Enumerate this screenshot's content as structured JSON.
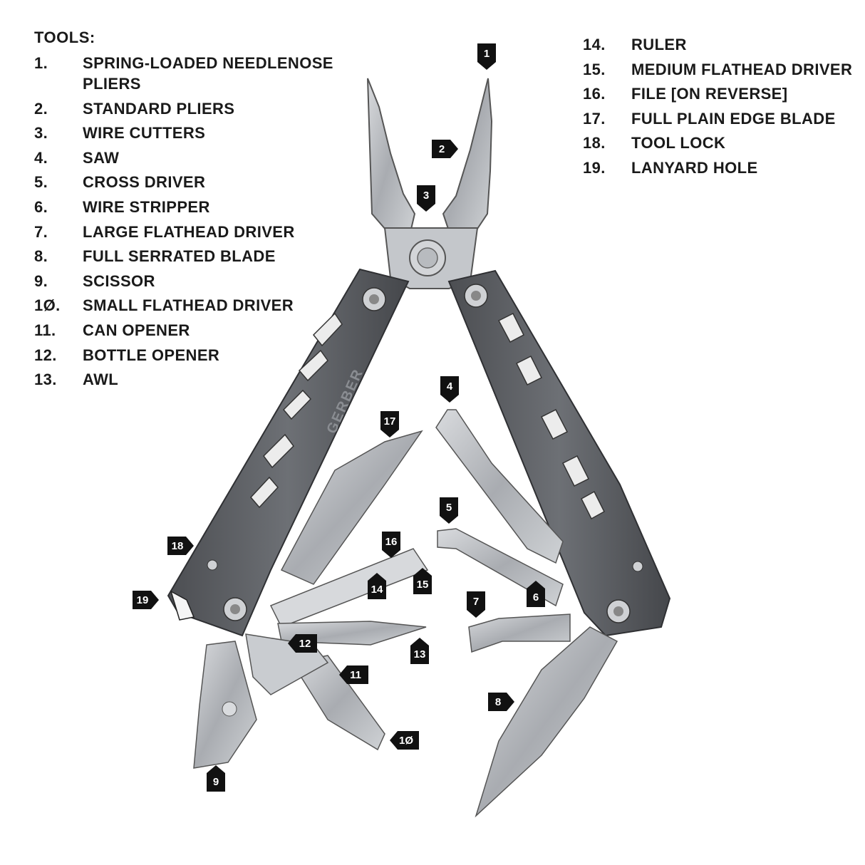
{
  "legend": {
    "heading": "TOOLS:",
    "left_items": [
      {
        "num": "1.",
        "name": "SPRING-LOADED NEEDLENOSE PLIERS"
      },
      {
        "num": "2.",
        "name": "STANDARD PLIERS"
      },
      {
        "num": "3.",
        "name": "WIRE CUTTERS"
      },
      {
        "num": "4.",
        "name": "SAW"
      },
      {
        "num": "5.",
        "name": "CROSS DRIVER"
      },
      {
        "num": "6.",
        "name": "WIRE STRIPPER"
      },
      {
        "num": "7.",
        "name": "LARGE FLATHEAD DRIVER"
      },
      {
        "num": "8.",
        "name": "FULL SERRATED BLADE"
      },
      {
        "num": "9.",
        "name": "SCISSOR"
      },
      {
        "num": "1Ø.",
        "name": "SMALL FLATHEAD DRIVER"
      },
      {
        "num": "11.",
        "name": "CAN OPENER"
      },
      {
        "num": "12.",
        "name": "BOTTLE OPENER"
      },
      {
        "num": "13.",
        "name": "AWL"
      }
    ],
    "right_items": [
      {
        "num": "14.",
        "name": "RULER"
      },
      {
        "num": "15.",
        "name": "MEDIUM FLATHEAD DRIVER"
      },
      {
        "num": "16.",
        "name": "FILE [ON REVERSE]"
      },
      {
        "num": "17.",
        "name": "FULL PLAIN EDGE BLADE"
      },
      {
        "num": "18.",
        "name": "TOOL LOCK"
      },
      {
        "num": "19.",
        "name": "LANYARD HOLE"
      }
    ]
  },
  "markers": {
    "m1": "1",
    "m2": "2",
    "m3": "3",
    "m4": "4",
    "m5": "5",
    "m6": "6",
    "m7": "7",
    "m8": "8",
    "m9": "9",
    "m10": "1Ø",
    "m11": "11",
    "m12": "12",
    "m13": "13",
    "m14": "14",
    "m15": "15",
    "m16": "16",
    "m17": "17",
    "m18": "18",
    "m19": "19"
  },
  "handle_brand": "GERBER",
  "colors": {
    "text": "#1a1a1a",
    "marker": "#111111",
    "handle": "#5e6064",
    "steel": "#b9bcc0"
  }
}
